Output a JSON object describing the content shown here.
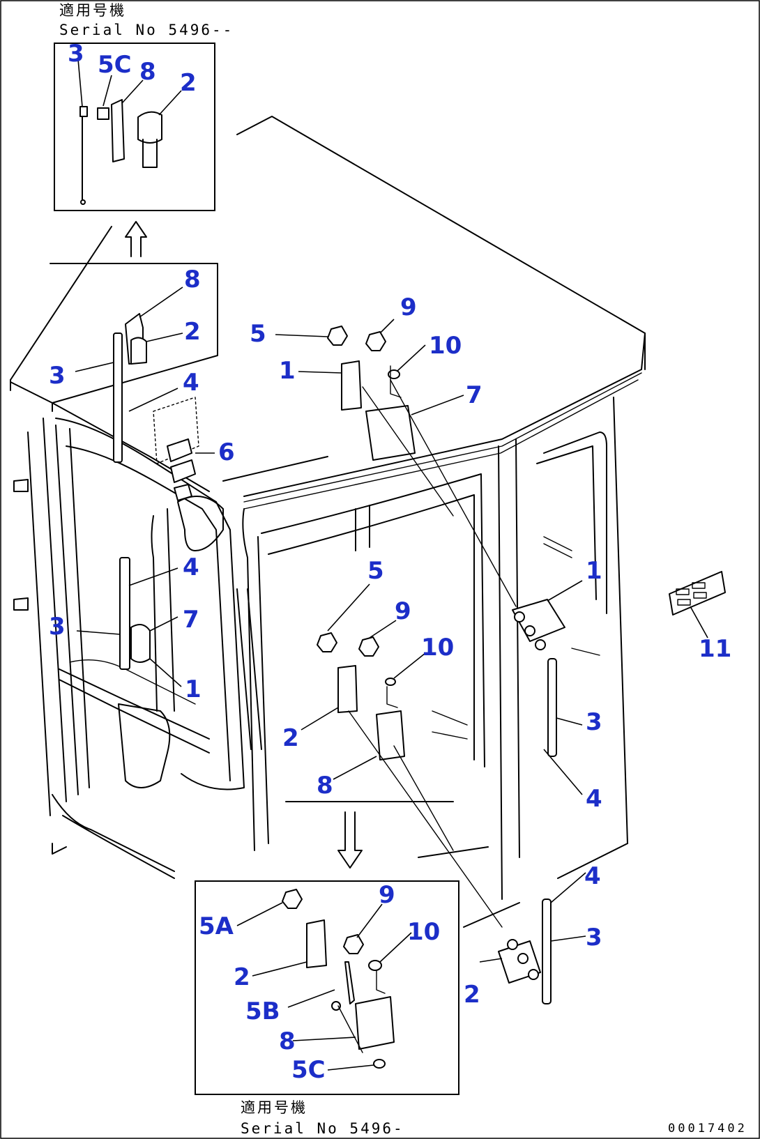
{
  "inset_top": {
    "jp_label": "適用号機",
    "serial_label": "Serial No 5496--",
    "callouts": [
      "3",
      "5C",
      "8",
      "2"
    ]
  },
  "inset_bottom": {
    "jp_label": "適用号機",
    "serial_label": "Serial No 5496-",
    "callouts": [
      "5A",
      "9",
      "10",
      "2",
      "5B",
      "8",
      "5C"
    ]
  },
  "main_callouts": {
    "left_8": "8",
    "left_2": "2",
    "left_3a": "3",
    "left_4a": "4",
    "left_6": "6",
    "left_4b": "4",
    "left_3b": "3",
    "left_7": "7",
    "left_1": "1",
    "top_5": "5",
    "top_9": "9",
    "top_10": "10",
    "top_1": "1",
    "top_7": "7",
    "mid_5": "5",
    "mid_9": "9",
    "mid_10": "10",
    "mid_2": "2",
    "mid_8": "8",
    "right_1": "1",
    "right_3a": "3",
    "right_4a": "4",
    "right_4b": "4",
    "right_3b": "3",
    "right_2": "2",
    "decal_11": "11"
  },
  "drawing_number": "00017402",
  "colors": {
    "callout": "#1c2ec8",
    "line": "#000000"
  }
}
